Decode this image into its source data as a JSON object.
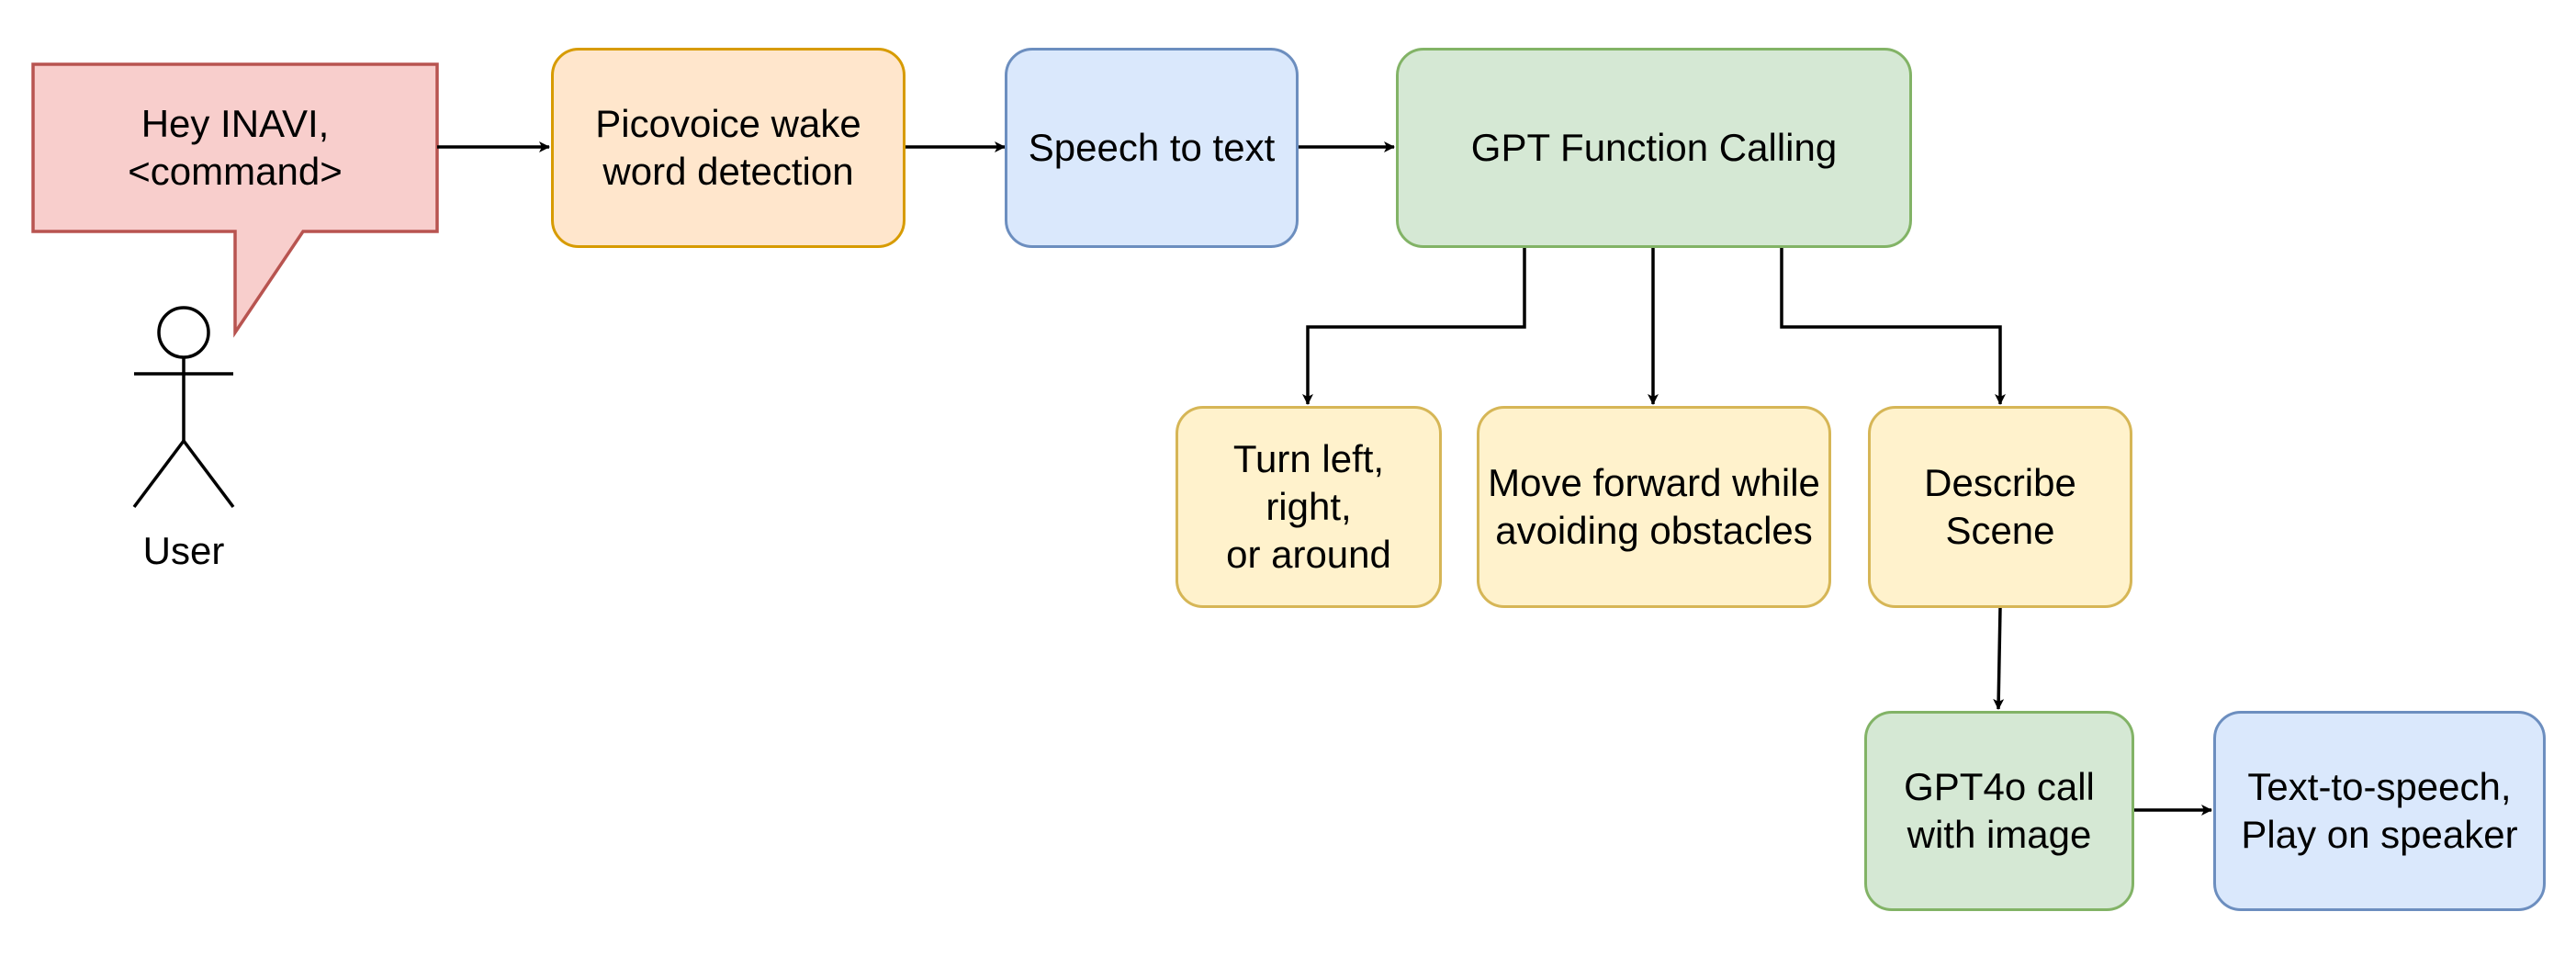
{
  "colors": {
    "red_fill": "#f8cecc",
    "red_stroke": "#b85450",
    "orange_fill": "#ffe6cc",
    "orange_stroke": "#d79b00",
    "blue_fill": "#dae8fc",
    "blue_stroke": "#6c8ebf",
    "green_fill": "#d5e8d4",
    "green_stroke": "#82b366",
    "yellow_fill": "#fff2cc",
    "yellow_stroke": "#d6b656",
    "line": "#000000"
  },
  "callout": {
    "text": "Hey INAVI,\n<command>"
  },
  "actor": {
    "label": "User"
  },
  "nodes": {
    "wake_word": "Picovoice wake\nword detection",
    "speech_to_text": "Speech to text",
    "function_calling": "GPT Function Calling",
    "turn": "Turn left, right,\nor around",
    "move_forward": "Move forward while\navoiding obstacles",
    "describe_scene": "Describe\nScene",
    "gpt4o_call": "GPT4o call\nwith image",
    "tts": "Text-to-speech,\nPlay on speaker"
  }
}
